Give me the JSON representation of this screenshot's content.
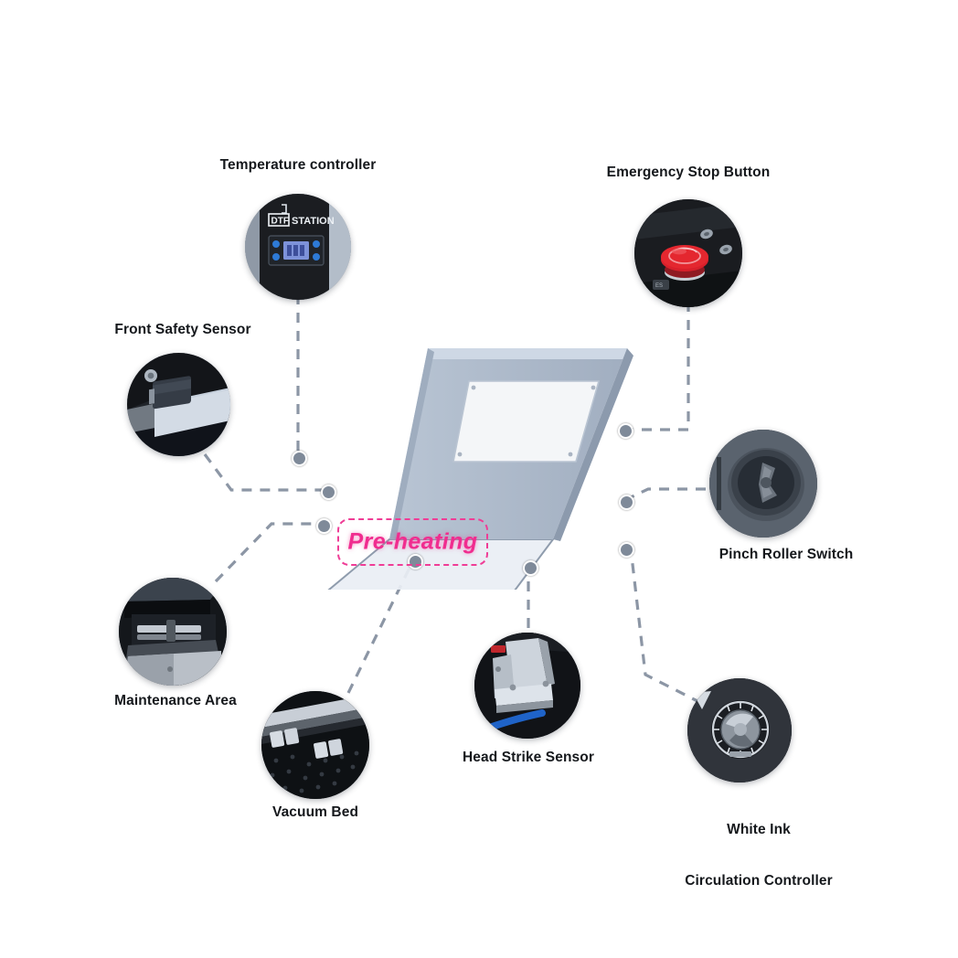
{
  "diagram": {
    "title": "DTF Printer Component Callout Diagram",
    "background_color": "#ffffff",
    "leader_line_color": "#8c96a5",
    "label_color": "#15181c",
    "marker_color": "#7f8a99"
  },
  "highlight": {
    "label": "Pre-heating",
    "color": "#f02d8f",
    "border_style": "dashed"
  },
  "machine": {
    "brand_text": "DTF STATION",
    "body_color": "#141619",
    "lid_color": "#aab6c6"
  },
  "callouts": [
    {
      "id": "temperature-controller",
      "label": "Temperature controller",
      "lines": [
        "Temperature controller"
      ],
      "image_desc": "close-up of black control panel with DTF STATION logo and blue backlit LCD temperature display with four blue buttons"
    },
    {
      "id": "emergency-stop-button",
      "label": "Emergency Stop Button",
      "lines": [
        "Emergency Stop Button"
      ],
      "image_desc": "close-up of red mushroom emergency stop button on black machine panel with two silver screws"
    },
    {
      "id": "front-safety-sensor",
      "label": "Front Safety Sensor",
      "lines": [
        "Front Safety Sensor"
      ],
      "image_desc": "close-up of dark grey block sensor mounted on light grey metal edge with silver screw"
    },
    {
      "id": "maintenance-area",
      "label": "Maintenance Area",
      "lines": [
        "Maintenance Area"
      ],
      "image_desc": "close-up inside open black maintenance bay showing metal rails and capping station"
    },
    {
      "id": "vacuum-bed",
      "label": "Vacuum Bed",
      "lines": [
        "Vacuum Bed"
      ],
      "image_desc": "close-up of black perforated vacuum bed surface with chrome rail and white pinch roller blocks"
    },
    {
      "id": "head-strike-sensor",
      "label": "Head Strike Sensor",
      "lines": [
        "Head Strike Sensor"
      ],
      "image_desc": "close-up of silver metal bracket head strike sensor with blue cable inside black carriage"
    },
    {
      "id": "pinch-roller-switch",
      "label": "Pinch Roller Switch",
      "lines": [
        "Pinch Roller Switch"
      ],
      "image_desc": "close-up of grey circular pinch roller switch knob with dark recessed lever"
    },
    {
      "id": "white-ink-circulation-controller",
      "label": "White Ink Circulation Controller",
      "lines": [
        "White Ink",
        "Circulation Controller"
      ],
      "image_desc": "close-up of dark disc panel with chrome rotary dial and numbered tick scale"
    }
  ]
}
